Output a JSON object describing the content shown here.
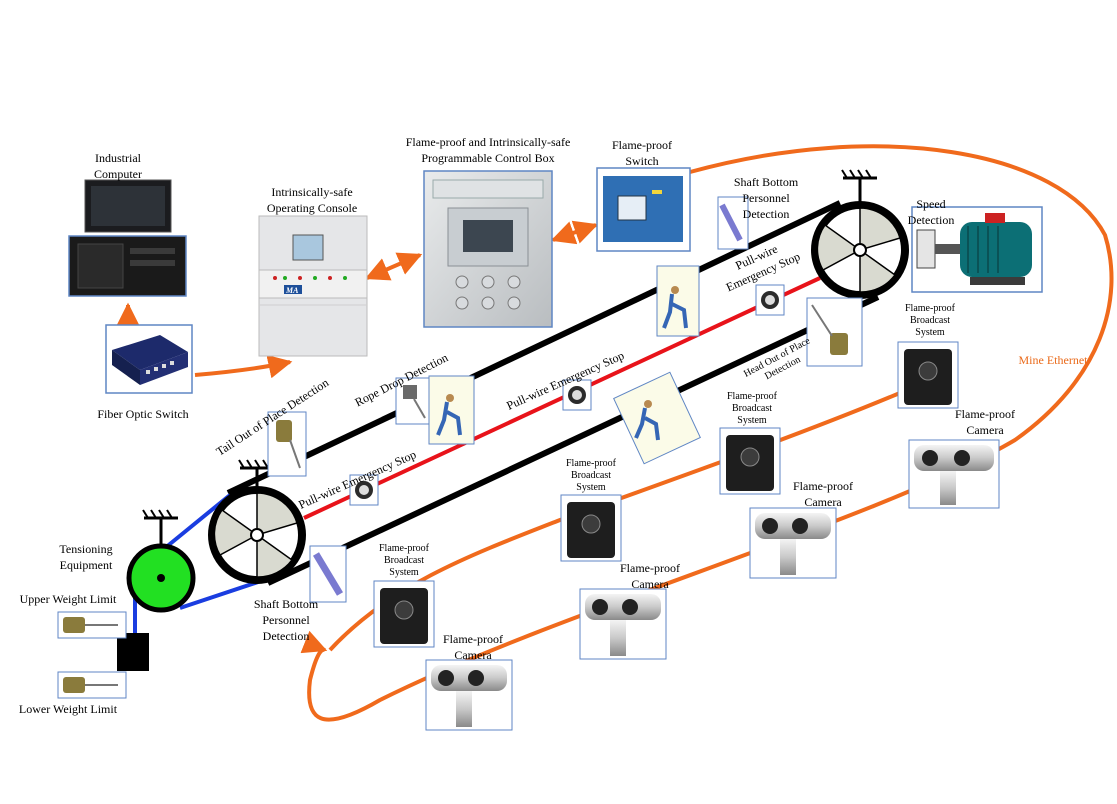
{
  "diagram": {
    "colors": {
      "belt": "#000000",
      "pull_wire": "#e8131a",
      "tension_rope": "#1a3de0",
      "network": "#f06a1c",
      "tension_wheel": "#22e022",
      "panel_border": "#5f86c4",
      "label_orange": "#ea6a1a"
    },
    "labels": {
      "industrial_computer": "Industrial\nComputer",
      "operating_console": "Intrinsically-safe\nOperating Console",
      "control_box": "Flame-proof and Intrinsically-safe\nProgrammable Control Box",
      "flameproof_switch": "Flame-proof\nSwitch",
      "shaft_bottom_top": "Shaft Bottom\nPersonnel\nDetection",
      "speed_detection": "Speed\nDetection",
      "fiber_switch": "Fiber Optic Switch",
      "tail_out": "Tail Out of Place Detection",
      "rope_drop": "Rope Drop Detection",
      "pullwire_upper": "Pull-wire Emergency Stop",
      "pullwire_lower": "Pull-wire Emergency Stop",
      "pullwire_head": "Pull-wire\nEmergency Stop",
      "head_out": "Head Out of Place\nDetection",
      "mine_ethernet": "Mine Ethernet",
      "tensioning": "Tensioning\nEquipment",
      "upper_weight": "Upper Weight Limit",
      "lower_weight": "Lower Weight Limit",
      "shaft_bottom_low": "Shaft Bottom\nPersonnel\nDetection",
      "broadcast_1": "Flame-proof\nBroadcast\nSystem",
      "broadcast_2": "Flame-proof\nBroadcast\nSystem",
      "broadcast_3": "Flame-proof\nBroadcast\nSystem",
      "broadcast_4": "Flame-proof\nBroadcast\nSystem",
      "camera_1": "Flame-proof\nCamera",
      "camera_2": "Flame-proof\nCamera",
      "camera_3": "Flame-proof\nCamera",
      "camera_4": "Flame-proof\nCamera",
      "console_brand": "MA"
    }
  }
}
